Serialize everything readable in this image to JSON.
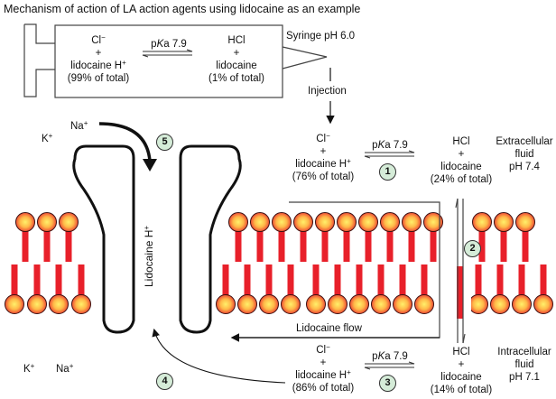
{
  "title": "Mechanism of action of LA action agents using lidocaine as an example",
  "syringe": {
    "label": "Syringe pH 6.0",
    "left": {
      "anion": "Cl",
      "anion_sup": "−",
      "plus": "+",
      "cation": "lidocaine H",
      "cation_sup": "+",
      "percent": "(99% of total)"
    },
    "pka": "pKa 7.9",
    "right": {
      "acid": "HCl",
      "plus": "+",
      "base": "lidocaine",
      "percent": "(1% of total)"
    }
  },
  "injection_label": "Injection",
  "extracellular": {
    "left": {
      "anion": "Cl",
      "anion_sup": "−",
      "plus": "+",
      "cation": "lidocaine H",
      "cation_sup": "+",
      "percent": "(76% of total)"
    },
    "pka": "pKa 7.9",
    "step": "1",
    "right": {
      "acid": "HCl",
      "plus": "+",
      "base": "lidocaine",
      "percent": "(24% of total)"
    },
    "fluid_label": [
      "Extracellular",
      "fluid",
      "pH 7.4"
    ]
  },
  "intracellular": {
    "left": {
      "anion": "Cl",
      "anion_sup": "−",
      "plus": "+",
      "cation": "lidocaine H",
      "cation_sup": "+",
      "percent": "(86% of total)"
    },
    "pka": "pKa 7.9",
    "step": "3",
    "right": {
      "acid": "HCl",
      "plus": "+",
      "base": "lidocaine",
      "percent": "(14% of total)"
    },
    "fluid_label": [
      "Intracellular",
      "fluid",
      "pH 7.1"
    ]
  },
  "ions_top": {
    "k": "K",
    "na": "Na",
    "sup": "+"
  },
  "ions_bottom": {
    "k": "K",
    "na": "Na",
    "sup": "+"
  },
  "channel_label": {
    "text": "Lidocaine H",
    "sup": "+"
  },
  "flow_label": "Lidocaine flow",
  "steps": {
    "two": "2",
    "four": "4",
    "five": "5"
  },
  "colors": {
    "lipid_head": "#f0603a",
    "lipid_core": "#ffe25a",
    "lipid_tail": "#e8202a",
    "badge_fill": "#d5ecd8"
  }
}
